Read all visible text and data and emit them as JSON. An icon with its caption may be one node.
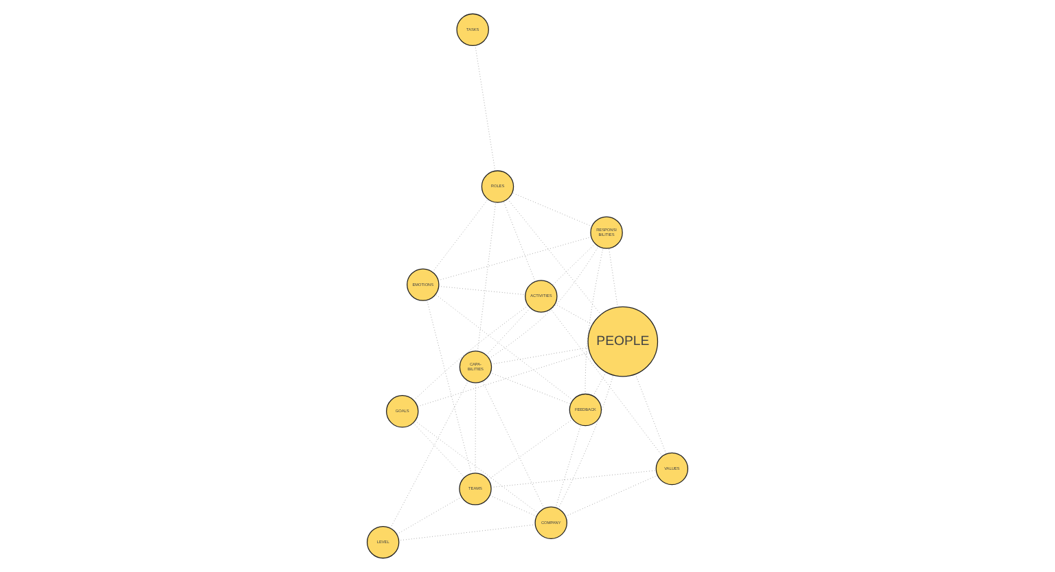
{
  "diagram": {
    "nodes": [
      {
        "text": [
          "COMPANY"
        ]
      },
      {
        "text": [
          "TEAMS"
        ]
      },
      {
        "text": [
          "LEVEL"
        ]
      },
      {
        "text": [
          "CAPA- BILITIES"
        ]
      },
      {
        "text": [
          "FEEDBACK"
        ]
      },
      {
        "text": [
          "PEOPLE"
        ]
      },
      {
        "text": [
          "EMOTIONS"
        ]
      },
      {
        "text": [
          "VALUES"
        ]
      },
      {
        "text": [
          "GOALS"
        ]
      },
      {
        "text": [
          "RESPONSI BILITIES"
        ]
      },
      {
        "text": [
          "ACTIVITIES"
        ]
      },
      {
        "text": [
          "ROLES"
        ]
      },
      {
        "text": [
          "TASKS"
        ]
      }
    ],
    "edges": [
      {
        "from": 0,
        "to": 1,
        "arrow": "none",
        "style": "dashed"
      },
      {
        "from": 0,
        "to": 2,
        "arrow": "none",
        "style": "dashed"
      },
      {
        "from": 0,
        "to": 3,
        "arrow": "none",
        "style": "dashed"
      },
      {
        "from": 0,
        "to": 4,
        "arrow": "none",
        "style": "dashed"
      },
      {
        "from": 0,
        "to": 7,
        "arrow": "none",
        "style": "dashed"
      },
      {
        "from": 0,
        "to": 5,
        "arrow": "none",
        "style": "dashed"
      },
      {
        "from": 0,
        "to": 8,
        "arrow": "none",
        "style": "dashed"
      },
      {
        "from": 1,
        "to": 2,
        "arrow": "none",
        "style": "dashed"
      },
      {
        "from": 1,
        "to": 3,
        "arrow": "none",
        "style": "dashed"
      },
      {
        "from": 1,
        "to": 4,
        "arrow": "none",
        "style": "dashed"
      },
      {
        "from": 1,
        "to": 6,
        "arrow": "none",
        "style": "dashed"
      },
      {
        "from": 1,
        "to": 7,
        "arrow": "none",
        "style": "dashed"
      },
      {
        "from": 1,
        "to": 8,
        "arrow": "none",
        "style": "dashed"
      },
      {
        "from": 2,
        "to": 3,
        "arrow": "none",
        "style": "dashed"
      },
      {
        "from": 3,
        "to": 4,
        "arrow": "none",
        "style": "dashed"
      },
      {
        "from": 3,
        "to": 5,
        "arrow": "none",
        "style": "dashed"
      },
      {
        "from": 3,
        "to": 9,
        "arrow": "none",
        "style": "dashed"
      },
      {
        "from": 3,
        "to": 10,
        "arrow": "none",
        "style": "dashed"
      },
      {
        "from": 3,
        "to": 11,
        "arrow": "none",
        "style": "dashed"
      },
      {
        "from": 4,
        "to": 5,
        "arrow": "none",
        "style": "dashed"
      },
      {
        "from": 4,
        "to": 6,
        "arrow": "none",
        "style": "dashed"
      },
      {
        "from": 4,
        "to": 9,
        "arrow": "none",
        "style": "dashed"
      },
      {
        "from": 5,
        "to": 7,
        "arrow": "none",
        "style": "dashed"
      },
      {
        "from": 5,
        "to": 8,
        "arrow": "none",
        "style": "dashed"
      },
      {
        "from": 5,
        "to": 9,
        "arrow": "none",
        "style": "dashed"
      },
      {
        "from": 5,
        "to": 10,
        "arrow": "none",
        "style": "dashed"
      },
      {
        "from": 5,
        "to": 11,
        "arrow": "none",
        "style": "dashed"
      },
      {
        "from": 6,
        "to": 9,
        "arrow": "none",
        "style": "dashed"
      },
      {
        "from": 6,
        "to": 10,
        "arrow": "none",
        "style": "dashed"
      },
      {
        "from": 6,
        "to": 11,
        "arrow": "none",
        "style": "dashed"
      },
      {
        "from": 7,
        "to": 10,
        "arrow": "none",
        "style": "dashed"
      },
      {
        "from": 8,
        "to": 10,
        "arrow": "none",
        "style": "dashed"
      },
      {
        "from": 9,
        "to": 10,
        "arrow": "none",
        "style": "dashed"
      },
      {
        "from": 9,
        "to": 11,
        "arrow": "none",
        "style": "dashed"
      },
      {
        "from": 10,
        "to": 11,
        "arrow": "none",
        "style": "dashed"
      },
      {
        "from": 11,
        "to": 12,
        "arrow": "none",
        "style": "dashed"
      }
    ]
  }
}
